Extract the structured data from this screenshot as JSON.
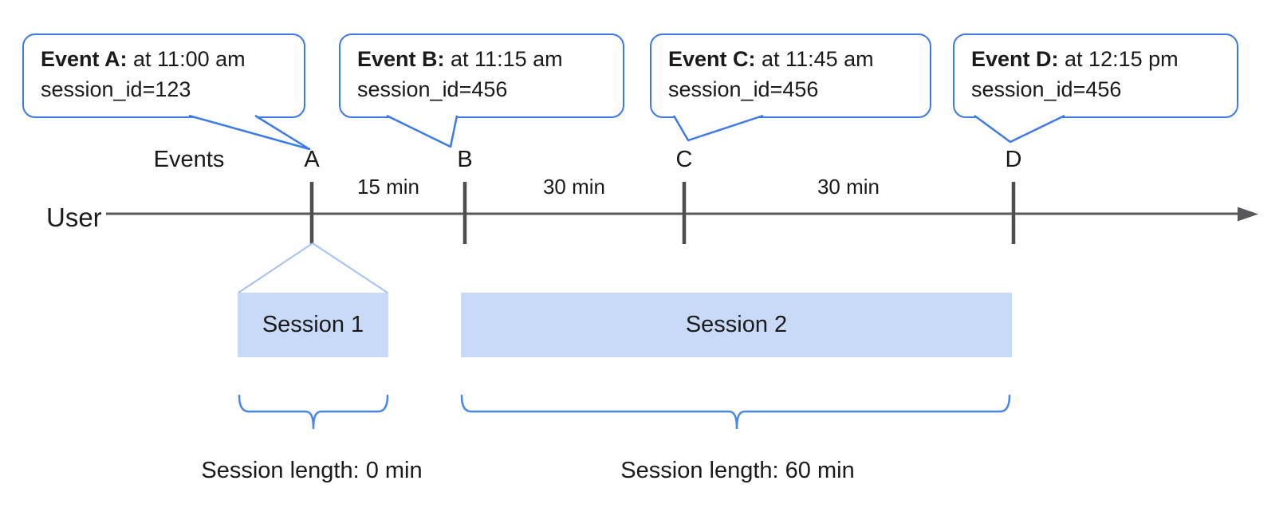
{
  "axis": {
    "events_row_label": "Events",
    "user_row_label": "User"
  },
  "events": [
    {
      "letter": "A",
      "callout_title": "Event A:",
      "callout_time": " at 11:00 am",
      "callout_session": "session_id=123"
    },
    {
      "letter": "B",
      "callout_title": "Event B:",
      "callout_time": " at 11:15 am",
      "callout_session": "session_id=456"
    },
    {
      "letter": "C",
      "callout_title": "Event C:",
      "callout_time": " at 11:45 am",
      "callout_session": "session_id=456"
    },
    {
      "letter": "D",
      "callout_title": "Event D:",
      "callout_time": " at 12:15 pm",
      "callout_session": "session_id=456"
    }
  ],
  "intervals": [
    {
      "label": "15 min"
    },
    {
      "label": "30 min"
    },
    {
      "label": "30 min"
    }
  ],
  "sessions": [
    {
      "label": "Session 1",
      "length_label": "Session length: 0 min"
    },
    {
      "label": "Session 2",
      "length_label": "Session length: 60 min"
    }
  ],
  "colors": {
    "bubble_border": "#3d7ae6",
    "session_fill": "#c9daf8",
    "funnel_line": "#a4c2f4",
    "brace": "#4a86e8",
    "timeline": "#58585a",
    "tick": "#4d4d4d",
    "text": "#1a1a1a"
  }
}
